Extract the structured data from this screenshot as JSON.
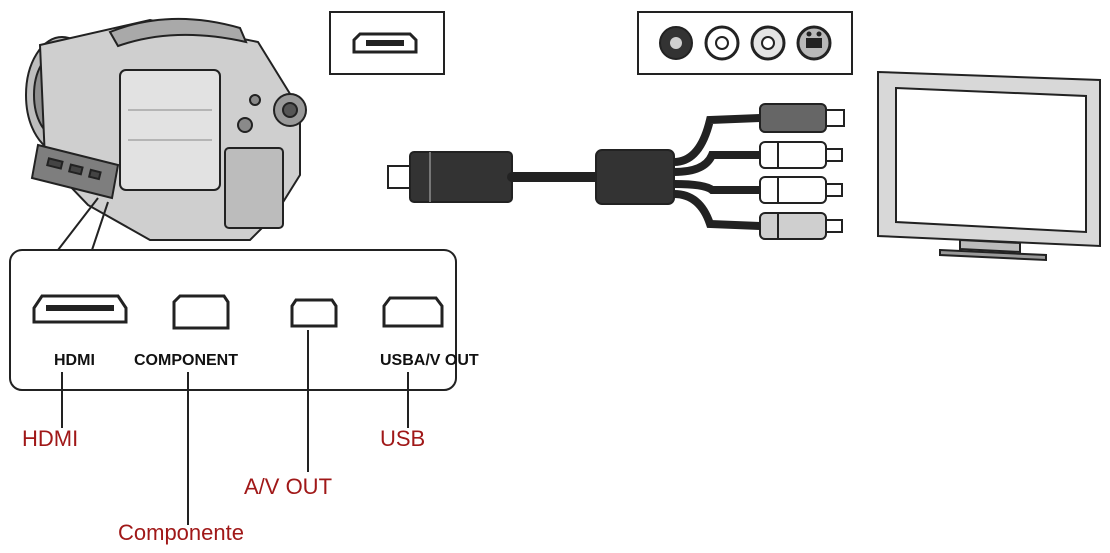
{
  "port_labels": {
    "hdmi": "HDMI",
    "component": "COMPONENT",
    "usb_av_out": "USBA/V OUT"
  },
  "callouts": {
    "hdmi": "HDMI",
    "component": "Componente",
    "av_out": "A/V OUT",
    "usb": "USB"
  },
  "colors": {
    "line": "#222222",
    "callout": "#a01818",
    "cable_dark": "#222222",
    "body_gray": "#c9c9c9"
  },
  "icons": {
    "camcorder": "camcorder-icon",
    "television": "television-icon",
    "cable": "av-cable-icon",
    "mini_usb_connector": "mini-usb-port-icon",
    "av_jacks": "rca-and-svideo-jacks-icon"
  }
}
